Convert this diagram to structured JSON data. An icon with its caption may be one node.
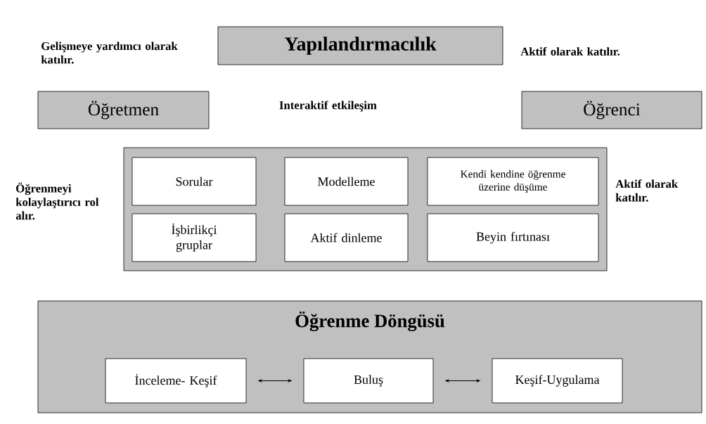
{
  "diagram": {
    "nodes": [
      {
        "text": [
          "Yapılandırmacılık"
        ]
      },
      {
        "text": [
          "Öğretmen"
        ]
      },
      {
        "text": [
          "Öğrenci"
        ]
      },
      {
        "text": [],
        "shape": "box"
      },
      {
        "text": [
          "Sorular"
        ],
        "in": 3
      },
      {
        "text": [
          "Modelleme"
        ],
        "in": 3
      },
      {
        "text": [
          "Kendi kendine öğrenme üzerine düşüme"
        ],
        "in": 3
      },
      {
        "text": [
          "İşbirlikçi gruplar"
        ],
        "in": 3
      },
      {
        "text": [
          "Aktif dinleme"
        ],
        "in": 3
      },
      {
        "text": [
          "Beyin fırtınası"
        ],
        "in": 3
      },
      {
        "text": [
          "Öğrenme Döngüsü"
        ]
      },
      {
        "text": [
          "İnceleme- Keşif"
        ],
        "in": 10
      },
      {
        "text": [
          "Buluş"
        ],
        "in": 10
      },
      {
        "text": [
          "Keşif-Uygulama"
        ],
        "in": 10
      }
    ],
    "edges": [
      {
        "from": 11,
        "to": 12,
        "arrow": "both"
      },
      {
        "from": 12,
        "to": 13,
        "arrow": "both"
      }
    ],
    "labels": [
      "Gelişmeye yardımcı olarak katılır.",
      "Aktif olarak katılır.",
      "Interaktif etkileşim",
      "Öğrenmeyi kolaylaştırıcı rol alır.",
      "Aktif olarak katılır."
    ]
  }
}
